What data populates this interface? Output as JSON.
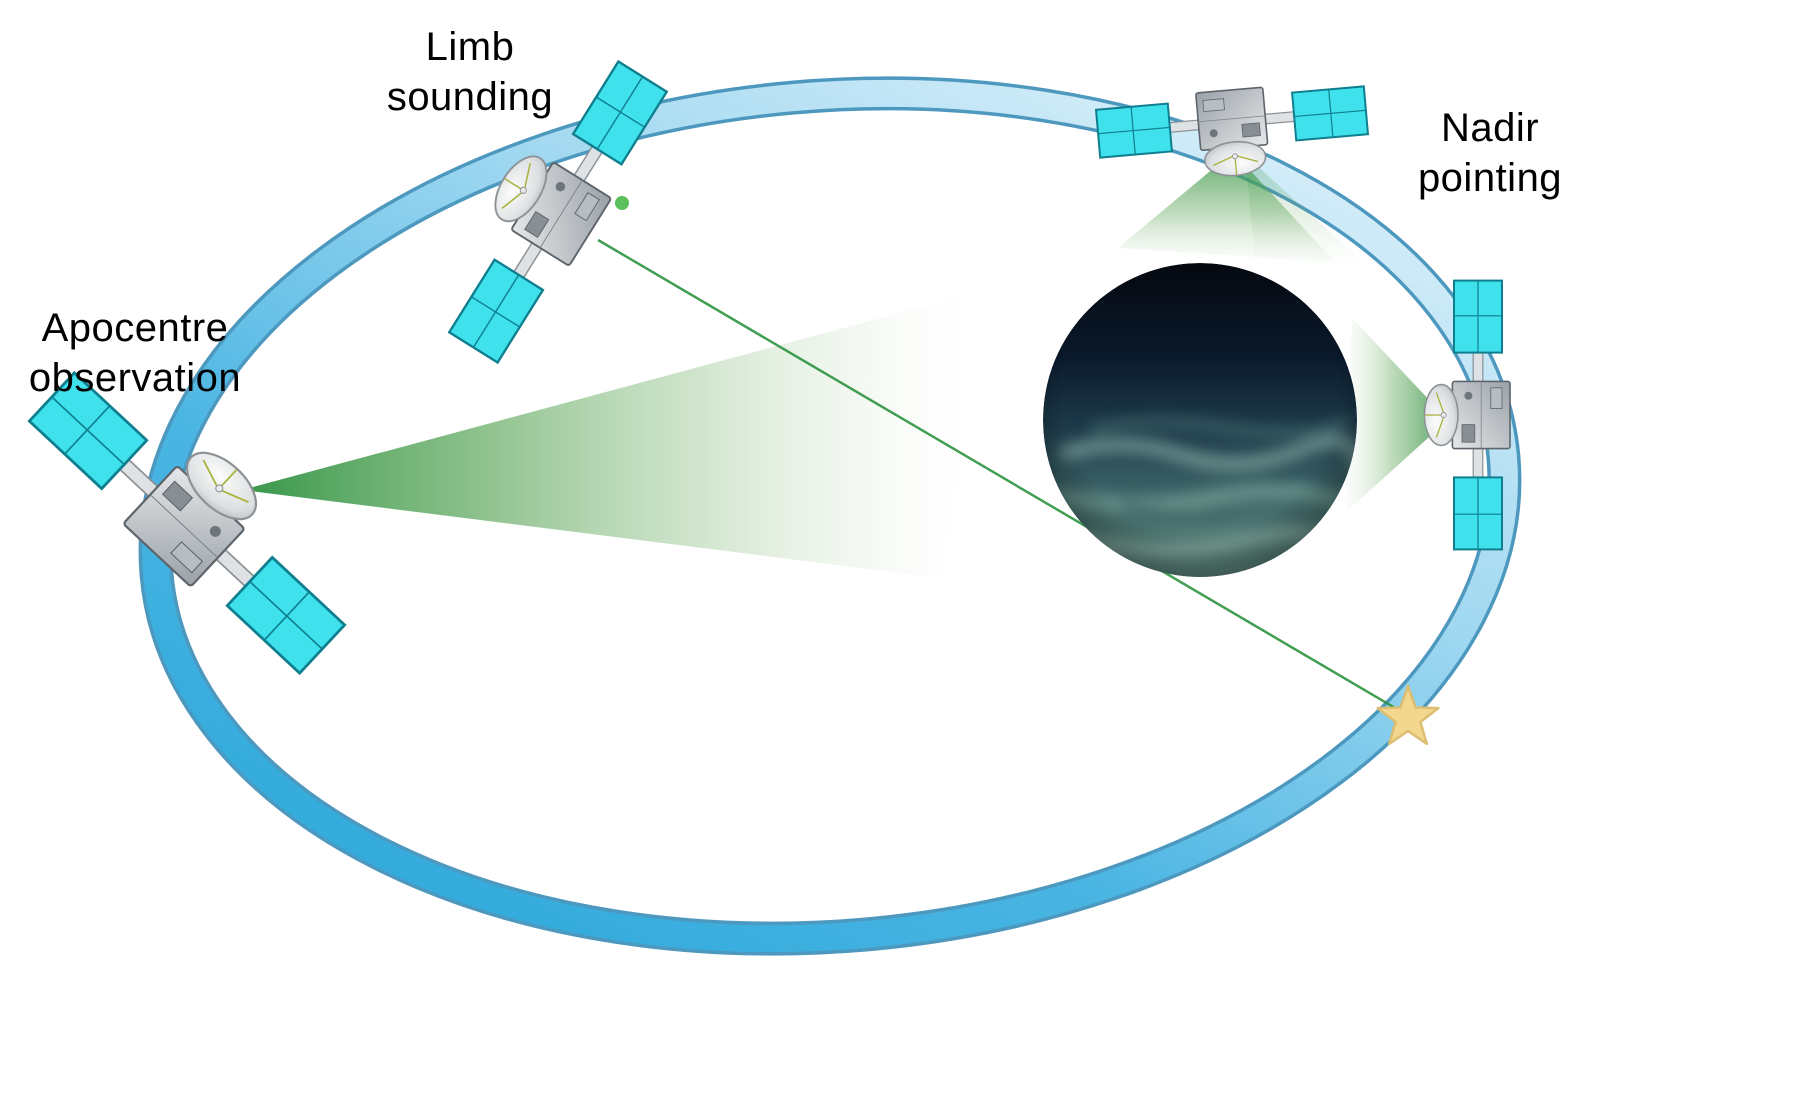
{
  "figure": {
    "labels": {
      "limb_sounding": {
        "line1": "Limb",
        "line2": "sounding"
      },
      "nadir_pointing": {
        "line1": "Nadir",
        "line2": "pointing"
      },
      "apocentre_observation": {
        "line1": "Apocentre",
        "line2": "observation"
      }
    },
    "icons": {
      "star": "star-icon",
      "planet": "planet-globe",
      "spacecraft": "spacecraft-icon"
    },
    "colors": {
      "orbit_dark": "#25a5d8",
      "orbit_light": "#eef8fd",
      "orbit_edge": "#2e86b4",
      "solar_panel": "#3fe2ec",
      "cone_green": "#2c9140",
      "star_fill": "#f3d78f",
      "star_stroke": "#dcbd72",
      "planet_top": "#05080f",
      "planet_bottom": "#628c82",
      "label_text": "#000000"
    }
  }
}
